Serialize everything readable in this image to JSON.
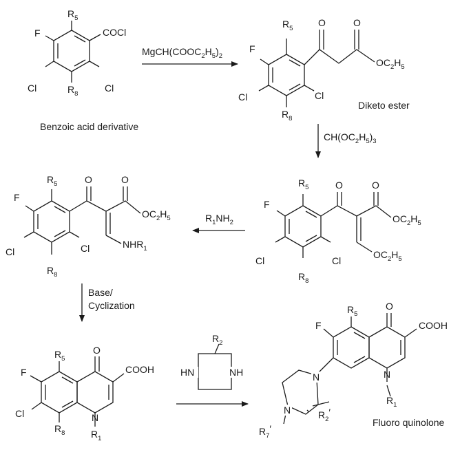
{
  "molecules": {
    "m1": {
      "r5": "R",
      "r5_sub": "5",
      "f": "F",
      "cocl": "COCl",
      "cl_left": "Cl",
      "cl_right": "Cl",
      "r8": "R",
      "r8_sub": "8",
      "caption": "Benzoic acid derivative"
    },
    "m2": {
      "r5": "R",
      "r5_sub": "5",
      "f": "F",
      "o1": "O",
      "o2": "O",
      "ester": "OC",
      "ester_sub2": "2",
      "ester_h": "H",
      "ester_sub5": "5",
      "cl_left": "Cl",
      "cl_right": "Cl",
      "r8": "R",
      "r8_sub": "8",
      "caption": "Diketo ester"
    },
    "m3": {
      "r5": "R",
      "r5_sub": "5",
      "f": "F",
      "o1": "O",
      "o2": "O",
      "ester": "OC",
      "ester_sub2": "2",
      "ester_h": "H",
      "ester_sub5": "5",
      "cl_left": "Cl",
      "cl_right": "Cl",
      "r8": "R",
      "r8_sub": "8",
      "ethoxy": "OC",
      "ethoxy_sub2": "2",
      "ethoxy_h": "H",
      "ethoxy_sub5": "5"
    },
    "m4": {
      "r5": "R",
      "r5_sub": "5",
      "f": "F",
      "o1": "O",
      "o2": "O",
      "ester": "OC",
      "ester_sub2": "2",
      "ester_h": "H",
      "ester_sub5": "5",
      "cl_left": "Cl",
      "cl_right": "Cl",
      "r8": "R",
      "r8_sub": "8",
      "amine": "NHR",
      "amine_sub": "1"
    },
    "m5": {
      "r5": "R",
      "r5_sub": "5",
      "f": "F",
      "o": "O",
      "cooh": "COOH",
      "cl": "Cl",
      "n": "N",
      "r8": "R",
      "r8_sub": "8",
      "r1": "R",
      "r1_sub": "1"
    },
    "piperazine": {
      "r2": "R",
      "r2_sub": "2",
      "hn": "HN",
      "nh": "NH"
    },
    "m6": {
      "r5": "R",
      "r5_sub": "5",
      "f": "F",
      "o": "O",
      "cooh": "COOH",
      "n_ring": "N",
      "r1": "R",
      "r1_sub": "1",
      "n_pip_top": "N",
      "n_pip_bottom": "N",
      "r2p": "R",
      "r2p_sub": "2",
      "r2p_prime": "′",
      "r7p": "R",
      "r7p_sub": "7",
      "r7p_prime": "′",
      "caption": "Fluoro quinolone"
    }
  },
  "reagents": {
    "step1": {
      "t1": "MgCH(COOC",
      "s1": "2",
      "t2": "H",
      "s2": "5",
      "t3": ")",
      "s3": "2"
    },
    "step2": {
      "t1": "CH(OC",
      "s1": "2",
      "t2": "H",
      "s2": "5",
      "t3": ")",
      "s3": "3"
    },
    "step3": {
      "t1": "R",
      "s1": "1",
      "t2": "NH",
      "s2": "2"
    },
    "step4": {
      "line1": "Base/",
      "line2": "Cyclization"
    }
  }
}
